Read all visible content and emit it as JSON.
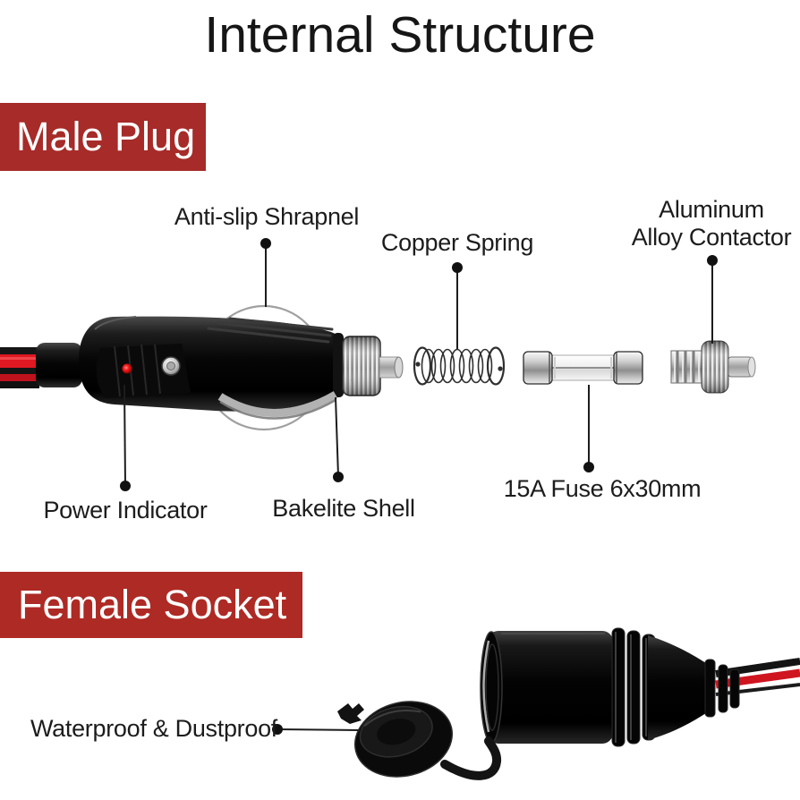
{
  "title": "Internal Structure",
  "male_plug": {
    "banner": "Male Plug",
    "callouts": {
      "anti_slip": "Anti-slip Shrapnel",
      "copper_spring": "Copper Spring",
      "contactor_line1": "Aluminum",
      "contactor_line2": "Alloy Contactor",
      "power_indicator": "Power Indicator",
      "bakelite_shell": "Bakelite Shell",
      "fuse": "15A Fuse 6x30mm"
    }
  },
  "female_socket": {
    "banner": "Female Socket",
    "callouts": {
      "waterproof": "Waterproof & Dustproof"
    }
  },
  "colors": {
    "banner_red": "#a62b29",
    "banner_red_female": "#ae2a24",
    "banner_text": "#ffffff",
    "text": "#1c1c1c",
    "wire_red": "#df1822",
    "body_black": "#0a0a0a"
  }
}
